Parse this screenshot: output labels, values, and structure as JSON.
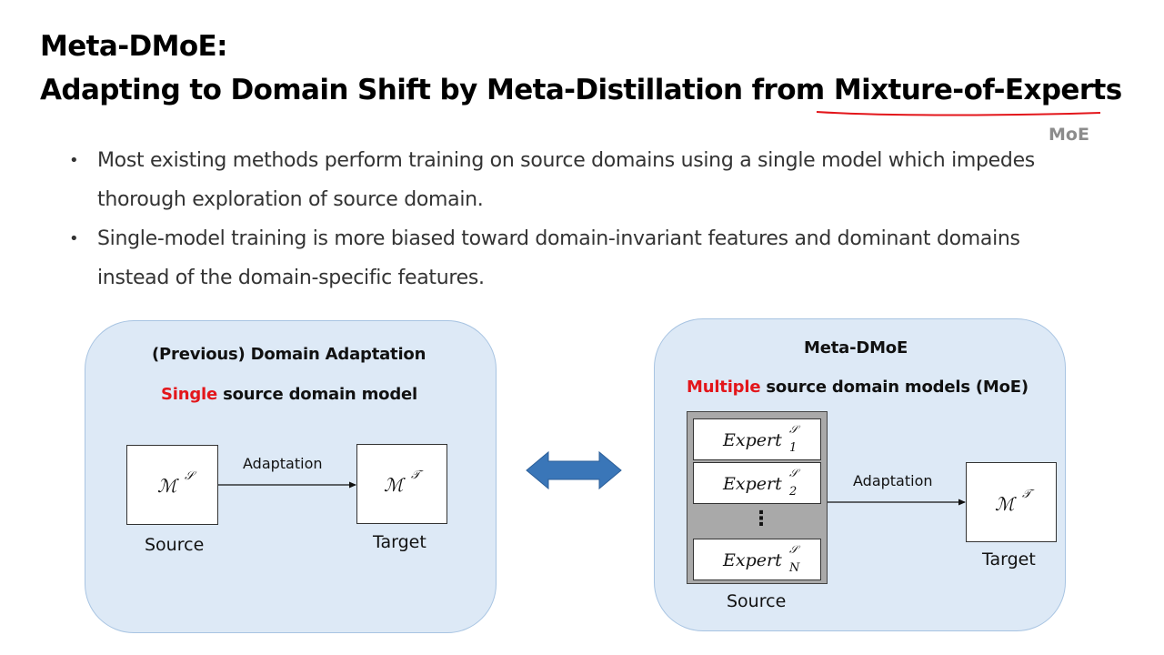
{
  "title": {
    "line1": "Meta-DMoE:",
    "line2_prefix": "Adapting to Domain Shift by Meta-Distillation from ",
    "line2_highlight": "Mixture-of-Experts",
    "annotation": "MoE"
  },
  "bullets": [
    {
      "symbol": "•",
      "text": "Most existing methods perform training on source domains using a single model which impedes thorough exploration of source domain."
    },
    {
      "symbol": "•",
      "text": "Single-model training is more biased toward domain-invariant features and dominant domains instead of the domain-specific features."
    }
  ],
  "left_panel": {
    "heading": "(Previous) Domain Adaptation",
    "subheading_red": "Single",
    "subheading_rest": " source domain model",
    "source_model": "ℳ",
    "source_model_sup": "𝒮",
    "target_model": "ℳ",
    "target_model_sup": "𝒯",
    "arrow_label": "Adaptation",
    "source_label": "Source",
    "target_label": "Target"
  },
  "right_panel": {
    "heading": "Meta-DMoE",
    "subheading_red": "Multiple",
    "subheading_rest": " source domain models (MoE)",
    "experts": [
      {
        "name": "Expert",
        "sup": "𝒮",
        "sub": "1"
      },
      {
        "name": "Expert",
        "sup": "𝒮",
        "sub": "2"
      },
      {
        "name": "Expert",
        "sup": "𝒮",
        "sub": "N"
      }
    ],
    "ellipsis": "⋮",
    "arrow_label": "Adaptation",
    "target_model": "ℳ",
    "target_model_sup": "𝒯",
    "source_label": "Source",
    "target_label": "Target"
  },
  "colors": {
    "panel_fill": "#dde9f6",
    "panel_border": "#a8c4e2",
    "accent_red": "#e3161b",
    "double_arrow": "#3a76b8"
  }
}
